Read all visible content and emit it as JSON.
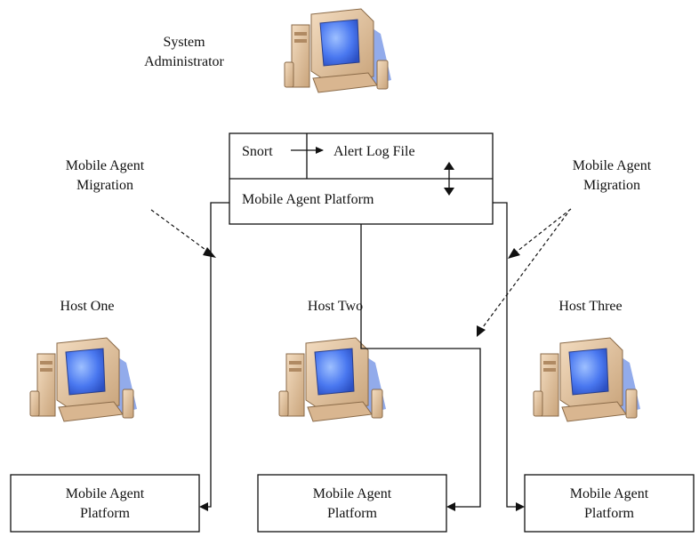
{
  "labels": {
    "admin_line1": "System",
    "admin_line2": "Administrator",
    "migration_left_line1": "Mobile Agent",
    "migration_left_line2": "Migration",
    "migration_right_line1": "Mobile Agent",
    "migration_right_line2": "Migration",
    "host_one": "Host One",
    "host_two": "Host Two",
    "host_three": "Host Three"
  },
  "server_box": {
    "snort": "Snort",
    "alert_log": "Alert Log File",
    "platform": "Mobile Agent Platform"
  },
  "platforms": {
    "one_line1": "Mobile Agent",
    "one_line2": "Platform",
    "two_line1": "Mobile Agent",
    "two_line2": "Platform",
    "three_line1": "Mobile Agent",
    "three_line2": "Platform"
  },
  "colors": {
    "screen": "#3f6df0",
    "screen_glow": "#8fb0ff",
    "case": "#e7c9a4",
    "case_dark": "#b08a63",
    "shadow": "#7f9ce8",
    "line": "#111111"
  }
}
